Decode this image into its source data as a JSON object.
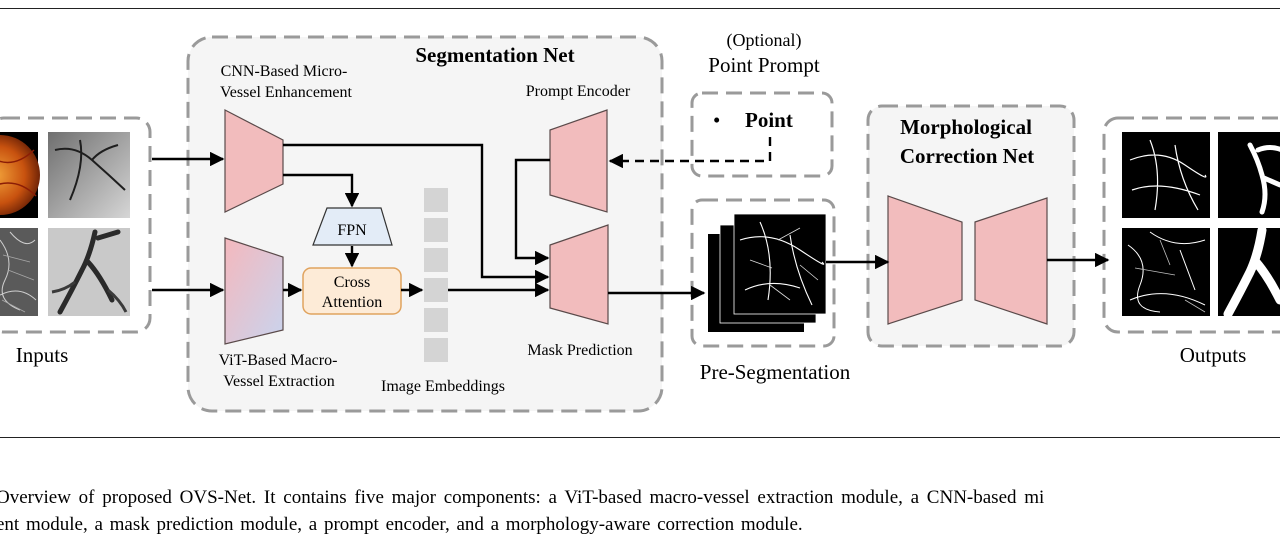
{
  "diagram": {
    "inputs_label": "Inputs",
    "outputs_label": "Outputs",
    "segnet_title": "Segmentation Net",
    "cnn_label_1": "CNN-Based Micro-",
    "cnn_label_2": "Vessel Enhancement",
    "vit_label_1": "ViT-Based Macro-",
    "vit_label_2": "Vessel Extraction",
    "fpn_label": "FPN",
    "cross_label_1": "Cross",
    "cross_label_2": "Attention",
    "embeddings_label": "Image Embeddings",
    "prompt_encoder_label": "Prompt Encoder",
    "mask_prediction_label": "Mask Prediction",
    "optional_label": "(Optional)",
    "point_prompt_label": "Point Prompt",
    "point_bullet": "•",
    "point_label": "Point",
    "presegmentation_label": "Pre-Segmentation",
    "morph_title_1": "Morphological",
    "morph_title_2": "Correction Net"
  },
  "caption": {
    "line1": "Overview of proposed OVS-Net. It contains five major components: a ViT-based macro-vessel extraction module, a CNN-based mi",
    "line2": "ent module, a mask prediction module, a prompt encoder, and a morphology-aware correction module."
  },
  "colors": {
    "module_fill": "#f2bcbd",
    "module_stroke": "#5a4a4a",
    "fpn_fill": "#e3ecf7",
    "cross_fill": "#fdebd7",
    "cross_stroke": "#e0a35e",
    "embedding_fill": "#d4d4d4",
    "dashed_border": "#9a9a9a",
    "segnet_bg": "#f5f5f5"
  }
}
